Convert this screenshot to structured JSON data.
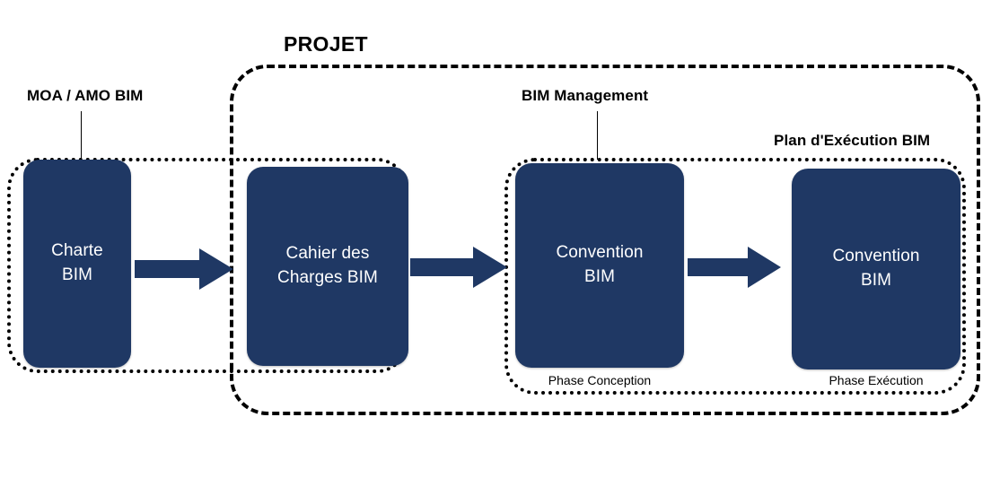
{
  "diagram": {
    "title": "PROJET",
    "groups": {
      "moa": "MOA / AMO BIM",
      "bim_management": "BIM Management",
      "plan_execution": "Plan d'Exécution BIM"
    },
    "nodes": [
      {
        "id": "charte-bim",
        "label": "Charte\nBIM"
      },
      {
        "id": "cahier-charges-bim",
        "label": "Cahier des\nCharges BIM"
      },
      {
        "id": "convention-bim-conception",
        "label": "Convention\nBIM"
      },
      {
        "id": "convention-bim-execution",
        "label": "Convention\nBIM"
      }
    ],
    "phases": {
      "conception": "Phase Conception",
      "execution": "Phase Exécution"
    },
    "colors": {
      "node_fill": "#1F3864",
      "node_text": "#FFFFFF",
      "arrow": "#1F3864",
      "outline": "#000000",
      "background": "#FFFFFF"
    }
  }
}
